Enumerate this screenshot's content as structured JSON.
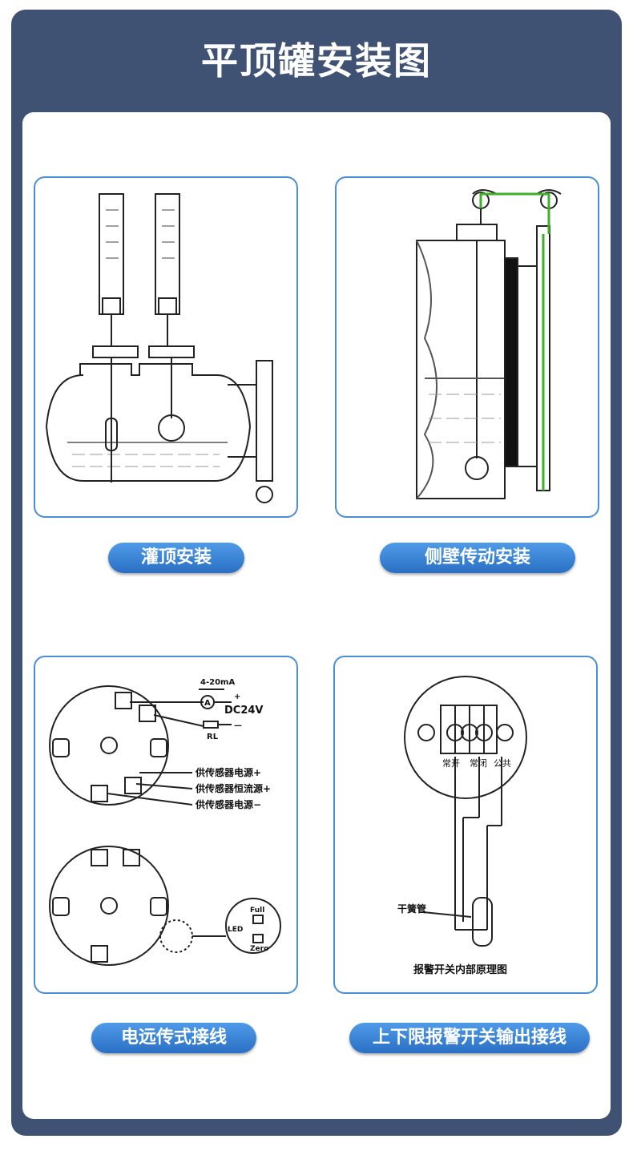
{
  "title": "平顶罐安装图",
  "colors": {
    "frame": "#3f5273",
    "panel_border": "#4a8fd6",
    "pill": "#2f7bd1"
  },
  "panels": [
    {
      "caption": "灌顶安装"
    },
    {
      "caption": "侧壁传动安装"
    },
    {
      "caption": "电远传式接线",
      "wiring": {
        "current": "4-20mA",
        "supply": "DC24V",
        "resistor": "RL",
        "ammeter": "A",
        "plus": "+",
        "minus": "—",
        "notes": [
          "供传感器电源+",
          "供传感器恒流源+",
          "供传感器电源−"
        ],
        "led": "LED",
        "full": "Full",
        "zero": "Zero"
      }
    },
    {
      "caption": "上下限报警开关输出接线",
      "switch": {
        "terminals": [
          "常开",
          "常闭",
          "公共"
        ],
        "reed": "干簧管",
        "diagram_title": "报警开关内部原理图"
      }
    }
  ]
}
